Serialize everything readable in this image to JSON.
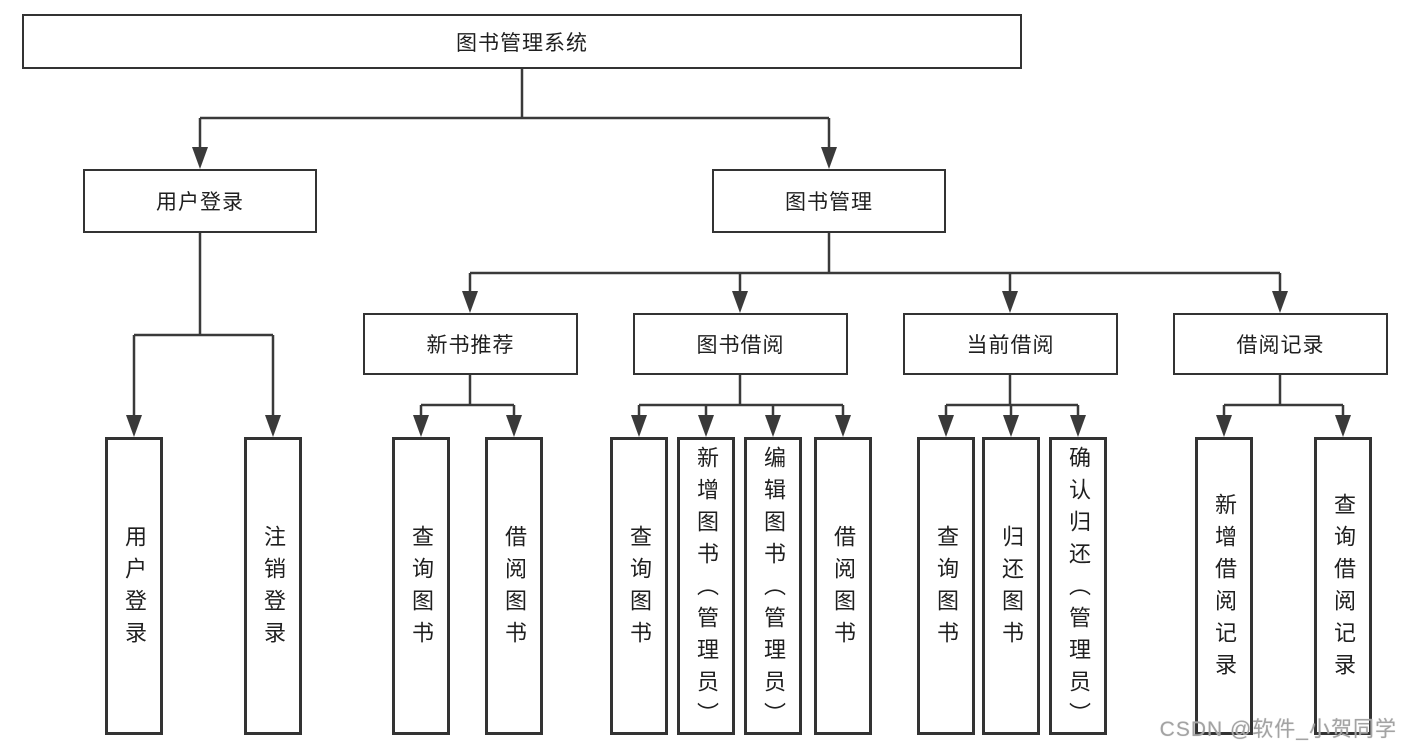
{
  "diagram": {
    "root": {
      "label": "图书管理系统"
    },
    "level2": {
      "user_login": {
        "label": "用户登录"
      },
      "book_management": {
        "label": "图书管理"
      }
    },
    "user_login_children": {
      "login": {
        "label": "用户登录"
      },
      "logout": {
        "label": "注销登录"
      }
    },
    "book_management_children": {
      "new_book_recommend": {
        "label": "新书推荐"
      },
      "book_borrow": {
        "label": "图书借阅"
      },
      "current_borrow": {
        "label": "当前借阅"
      },
      "borrow_records": {
        "label": "借阅记录"
      }
    },
    "new_book_recommend_children": {
      "query_books": {
        "label": "查询图书"
      },
      "borrow_books": {
        "label": "借阅图书"
      }
    },
    "book_borrow_children": {
      "query_books": {
        "label": "查询图书"
      },
      "add_books": {
        "label": "新增图书（管理员）"
      },
      "edit_books": {
        "label": "编辑图书（管理员）"
      },
      "borrow_books": {
        "label": "借阅图书"
      }
    },
    "current_borrow_children": {
      "query_books": {
        "label": "查询图书"
      },
      "return_books": {
        "label": "归还图书"
      },
      "confirm_return": {
        "label": "确认归还（管理员）"
      }
    },
    "borrow_records_children": {
      "add_record": {
        "label": "新增借阅记录"
      },
      "query_record": {
        "label": "查询借阅记录"
      }
    }
  },
  "watermark": {
    "text": "CSDN @软件_小贺同学"
  },
  "colors": {
    "line": "#3a3a3a",
    "box_border": "#333333",
    "text": "#1f1f1f",
    "watermark": "#a3a3a3",
    "background": "#ffffff"
  }
}
